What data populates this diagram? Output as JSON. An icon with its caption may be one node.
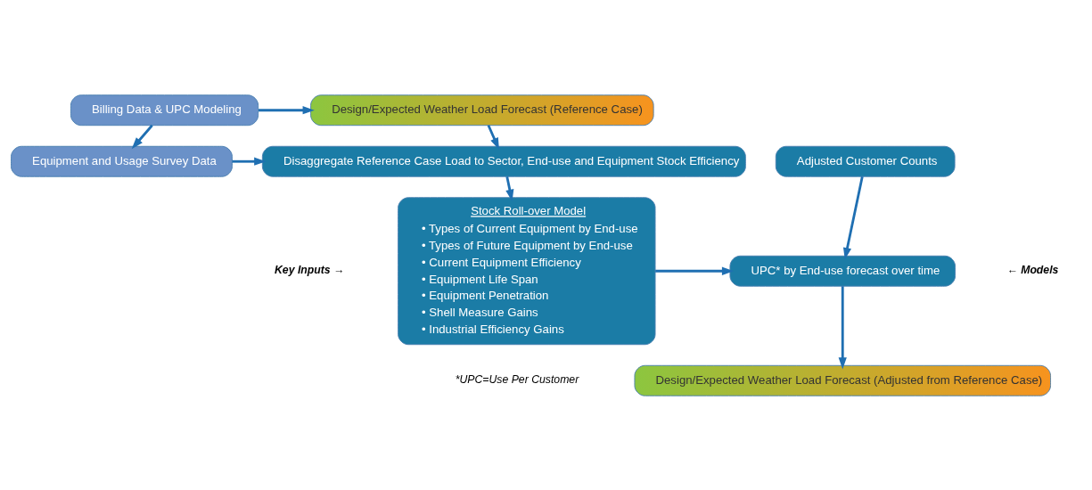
{
  "diagram": {
    "nodes": [
      {
        "text": [
          "Billing Data & UPC Modeling"
        ]
      },
      {
        "text": [
          "Design/Expected Weather Load Forecast (Reference Case)"
        ]
      },
      {
        "text": [
          "Equipment and Usage Survey Data"
        ]
      },
      {
        "text": [
          "Disaggregate Reference Case Load to Sector, End-use and Equipment Stock Efficiency"
        ]
      },
      {
        "text": [
          "Stock Roll-over Model",
          "• Types of Current Equipment by End-use",
          "• Types of Future Equipment by End-use",
          "• Current Equipment Efficiency",
          "• Equipment Life Span",
          "• Equipment Penetration",
          "• Shell Measure Gains",
          "• Industrial Efficiency Gains"
        ]
      },
      {
        "text": [
          "Adjusted Customer Counts"
        ]
      },
      {
        "text": [
          "UPC* by End-use forecast over time"
        ]
      },
      {
        "text": [
          "Design/Expected Weather Load Forecast (Adjusted from Reference Case)"
        ]
      }
    ],
    "edges": [
      {
        "from": 0,
        "to": 1,
        "arrow": "to"
      },
      {
        "from": 0,
        "to": 2,
        "arrow": "to"
      },
      {
        "from": 1,
        "to": 3,
        "arrow": "to"
      },
      {
        "from": 2,
        "to": 3,
        "arrow": "to"
      },
      {
        "from": 3,
        "to": 4,
        "arrow": "to"
      },
      {
        "from": 4,
        "to": 6,
        "arrow": "to"
      },
      {
        "from": 5,
        "to": 6,
        "arrow": "to"
      },
      {
        "from": 6,
        "to": 7,
        "arrow": "to"
      }
    ],
    "labels": [
      "Key Inputs →",
      "← Models",
      "*UPC=Use Per Customer"
    ]
  }
}
